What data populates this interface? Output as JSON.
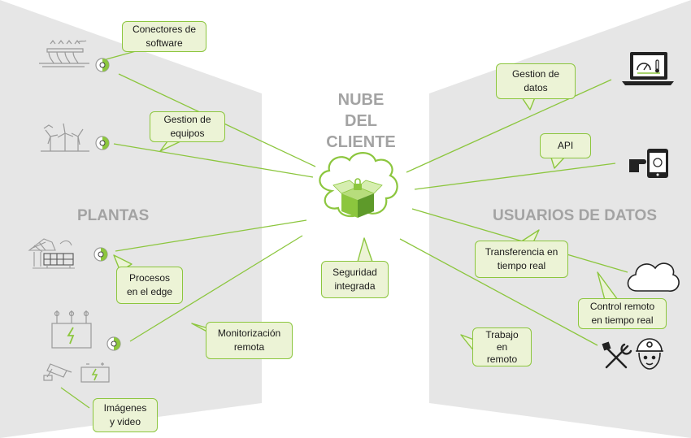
{
  "titles": {
    "cloud_title": "NUBE\nDEL\nCLIENTE",
    "plants": "PLANTAS",
    "users": "USUARIOS DE DATOS"
  },
  "bubbles": {
    "conectores": "Conectores de\nsoftware",
    "gestion_equipos": "Gestion de\nequipos",
    "procesos_edge": "Procesos\nen el edge",
    "monitorizacion": "Monitorización\nremota",
    "imagenes": "Imágenes\ny video",
    "seguridad": "Seguridad\nintegrada",
    "gestion_datos": "Gestion de\ndatos",
    "api": "API",
    "transferencia": "Transferencia en\ntiempo real",
    "control_remoto": "Control remoto\nen tiempo real",
    "trabajo_remoto": "Trabajo\nen\nremoto"
  },
  "icons": {
    "plants": [
      "dam-icon",
      "wind-turbines-icon",
      "solar-panels-icon",
      "transformer-icon",
      "battery-icon",
      "security-camera-icon"
    ],
    "users": [
      "laptop-dashboard-icon",
      "tablet-touch-icon",
      "cloud-outline-icon",
      "tools-icon",
      "technician-icon"
    ],
    "center": "cloud-box-icon"
  },
  "colors": {
    "accent": "#8cc63e",
    "bubble_fill": "#ecf3d6",
    "panel": "#e6e6e6",
    "title": "#a3a3a3",
    "icon_dark": "#222222",
    "icon_gray": "#9a9a9a"
  }
}
